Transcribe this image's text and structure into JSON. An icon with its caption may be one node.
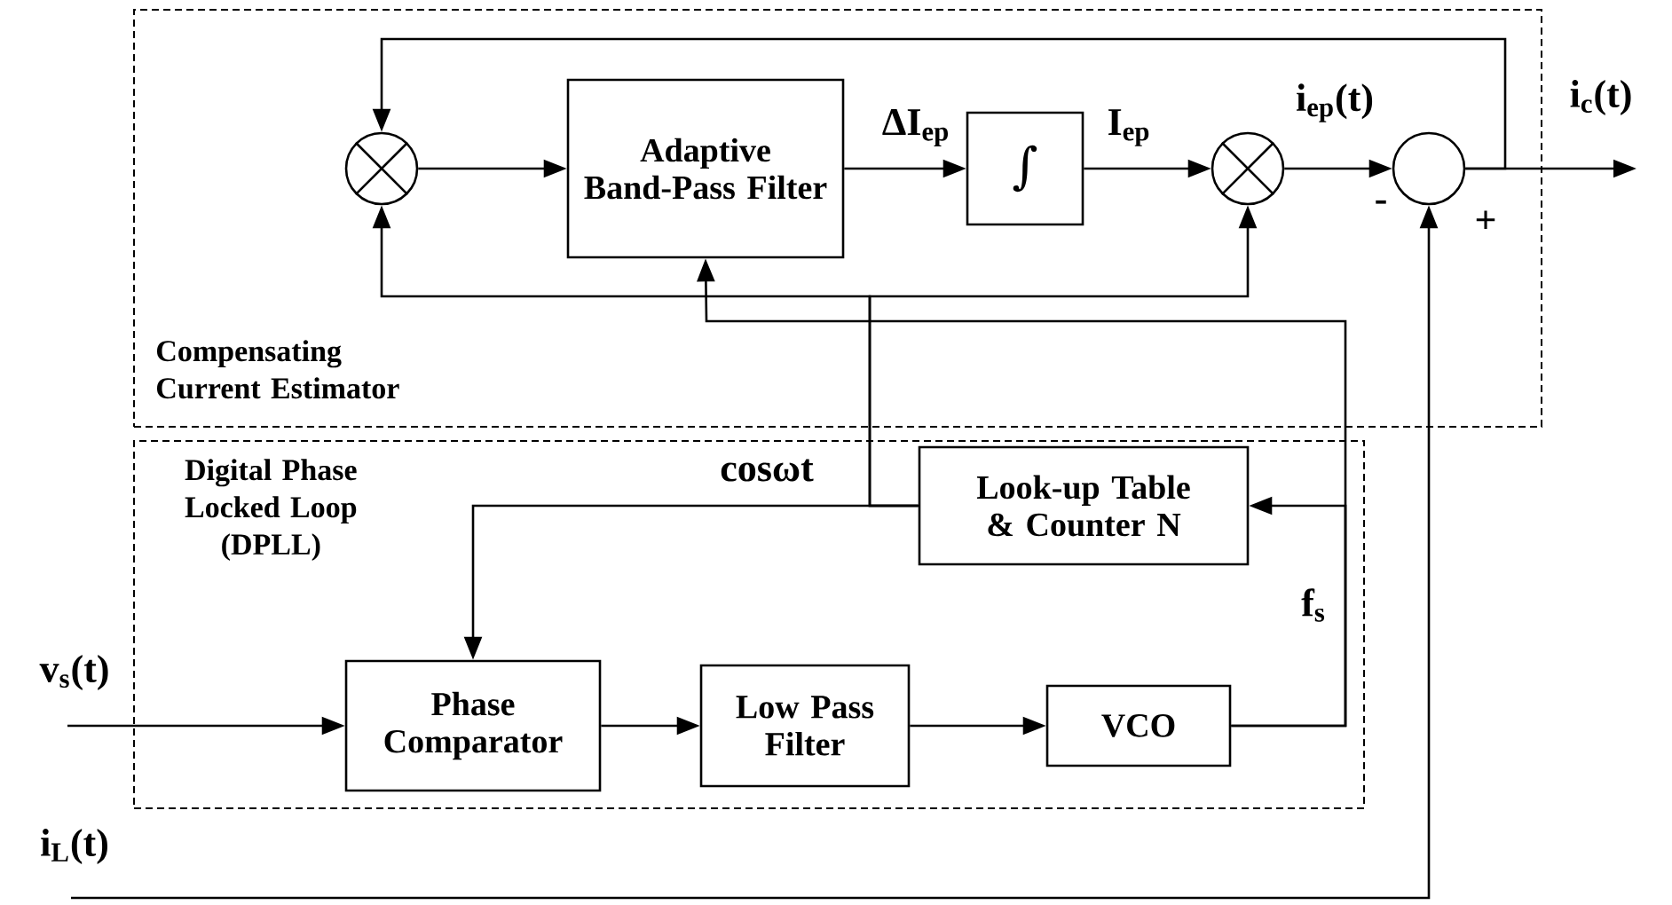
{
  "diagram": {
    "nodes": [
      {
        "text": [
          "Compensating Current Estimator"
        ]
      },
      {
        "text": [],
        "shape": "circle",
        "in": 0
      },
      {
        "text": [
          "Adaptive Band-Pass Filter"
        ],
        "in": 0
      },
      {
        "text": [
          "∫"
        ],
        "in": 0
      },
      {
        "text": [],
        "shape": "circle",
        "in": 0
      },
      {
        "text": [],
        "shape": "circle",
        "in": 0,
        "beside": [
          "-",
          "+"
        ]
      },
      {
        "text": [
          "Digital Phase Locked Loop (DPLL)"
        ]
      },
      {
        "text": [
          "Look-up Table & Counter N"
        ],
        "in": 6
      },
      {
        "text": [
          "Phase Comparator"
        ],
        "in": 6
      },
      {
        "text": [
          "Low Pass Filter"
        ],
        "in": 6
      },
      {
        "text": [
          "VCO"
        ],
        "in": 6
      }
    ],
    "edges": [
      {
        "from": 1,
        "to": 2,
        "arrow": "to"
      },
      {
        "from": 2,
        "to": 3,
        "arrow": "to",
        "label": "ΔI$_{ep}$"
      },
      {
        "from": 3,
        "to": 4,
        "arrow": "to",
        "label": "I$_{ep}$"
      },
      {
        "from": 4,
        "to": 5,
        "arrow": "to",
        "label": "i$_{ep}$(t)"
      },
      {
        "from": 5,
        "to": null,
        "arrow": "to",
        "label": "i$_{c}$(t)"
      },
      {
        "from": 5,
        "to": 1,
        "arrow": "to"
      },
      {
        "from": 7,
        "to": 8,
        "arrow": "to",
        "label": "cosωt"
      },
      {
        "from": 7,
        "to": 1,
        "arrow": "to"
      },
      {
        "from": 7,
        "to": 4,
        "arrow": "to"
      },
      {
        "from": 10,
        "to": 7,
        "arrow": "to",
        "label": "f$_{s}$"
      },
      {
        "from": 10,
        "to": 2,
        "arrow": "to"
      },
      {
        "from": null,
        "to": 8,
        "arrow": "to",
        "label": "v$_{s}$(t)"
      },
      {
        "from": null,
        "to": 5,
        "arrow": "to",
        "label": "i$_{L}$(t)"
      },
      {
        "from": 8,
        "to": 9,
        "arrow": "to"
      },
      {
        "from": 9,
        "to": 10,
        "arrow": "to"
      }
    ]
  }
}
